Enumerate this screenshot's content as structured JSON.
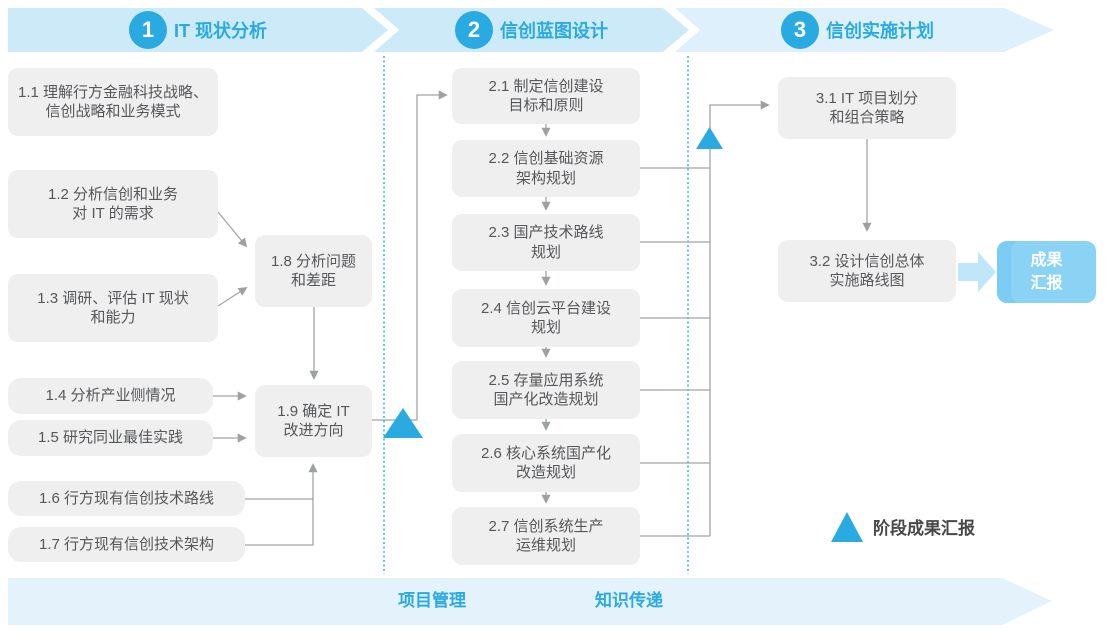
{
  "phases": [
    {
      "number": "1",
      "title": "IT 现状分析"
    },
    {
      "number": "2",
      "title": "信创蓝图设计"
    },
    {
      "number": "3",
      "title": "信创实施计划"
    }
  ],
  "boxes": {
    "b11": "1.1 理解行方金融科技战略、\n信创战略和业务模式",
    "b12": "1.2 分析信创和业务\n对 IT 的需求",
    "b13": "1.3 调研、评估 IT 现状\n和能力",
    "b14": "1.4 分析产业侧情况",
    "b15": "1.5 研究同业最佳实践",
    "b16": "1.6 行方现有信创技术路线",
    "b17": "1.7 行方现有信创技术架构",
    "b18": "1.8 分析问题\n和差距",
    "b19": "1.9 确定 IT\n改进方向",
    "b21": "2.1 制定信创建设\n目标和原则",
    "b22": "2.2 信创基础资源\n架构规划",
    "b23": "2.3 国产技术路线\n规划",
    "b24": "2.4 信创云平台建设\n规划",
    "b25": "2.5 存量应用系统\n国产化改造规划",
    "b26": "2.6 核心系统国产化\n改造规划",
    "b27": "2.7 信创系统生产\n运维规划",
    "b31": "3.1 IT 项目划分\n和组合策略",
    "b32": "3.2 设计信创总体\n实施路线图"
  },
  "result_box": "成果\n汇报",
  "legend": {
    "label": "阶段成果汇报"
  },
  "footer": {
    "items": [
      "项目管理",
      "知识传递"
    ]
  },
  "colors": {
    "accent": "#29abe2",
    "band": "#cdeaf9",
    "band_phase3": "#def0fb",
    "footer_band": "#e4f2fb",
    "box_fill": "#efefef",
    "box_text": "#56575a",
    "connector": "#a2a4a7",
    "result_fill": "#8ad3f5",
    "fat_arrow": "#c2e6f9"
  }
}
